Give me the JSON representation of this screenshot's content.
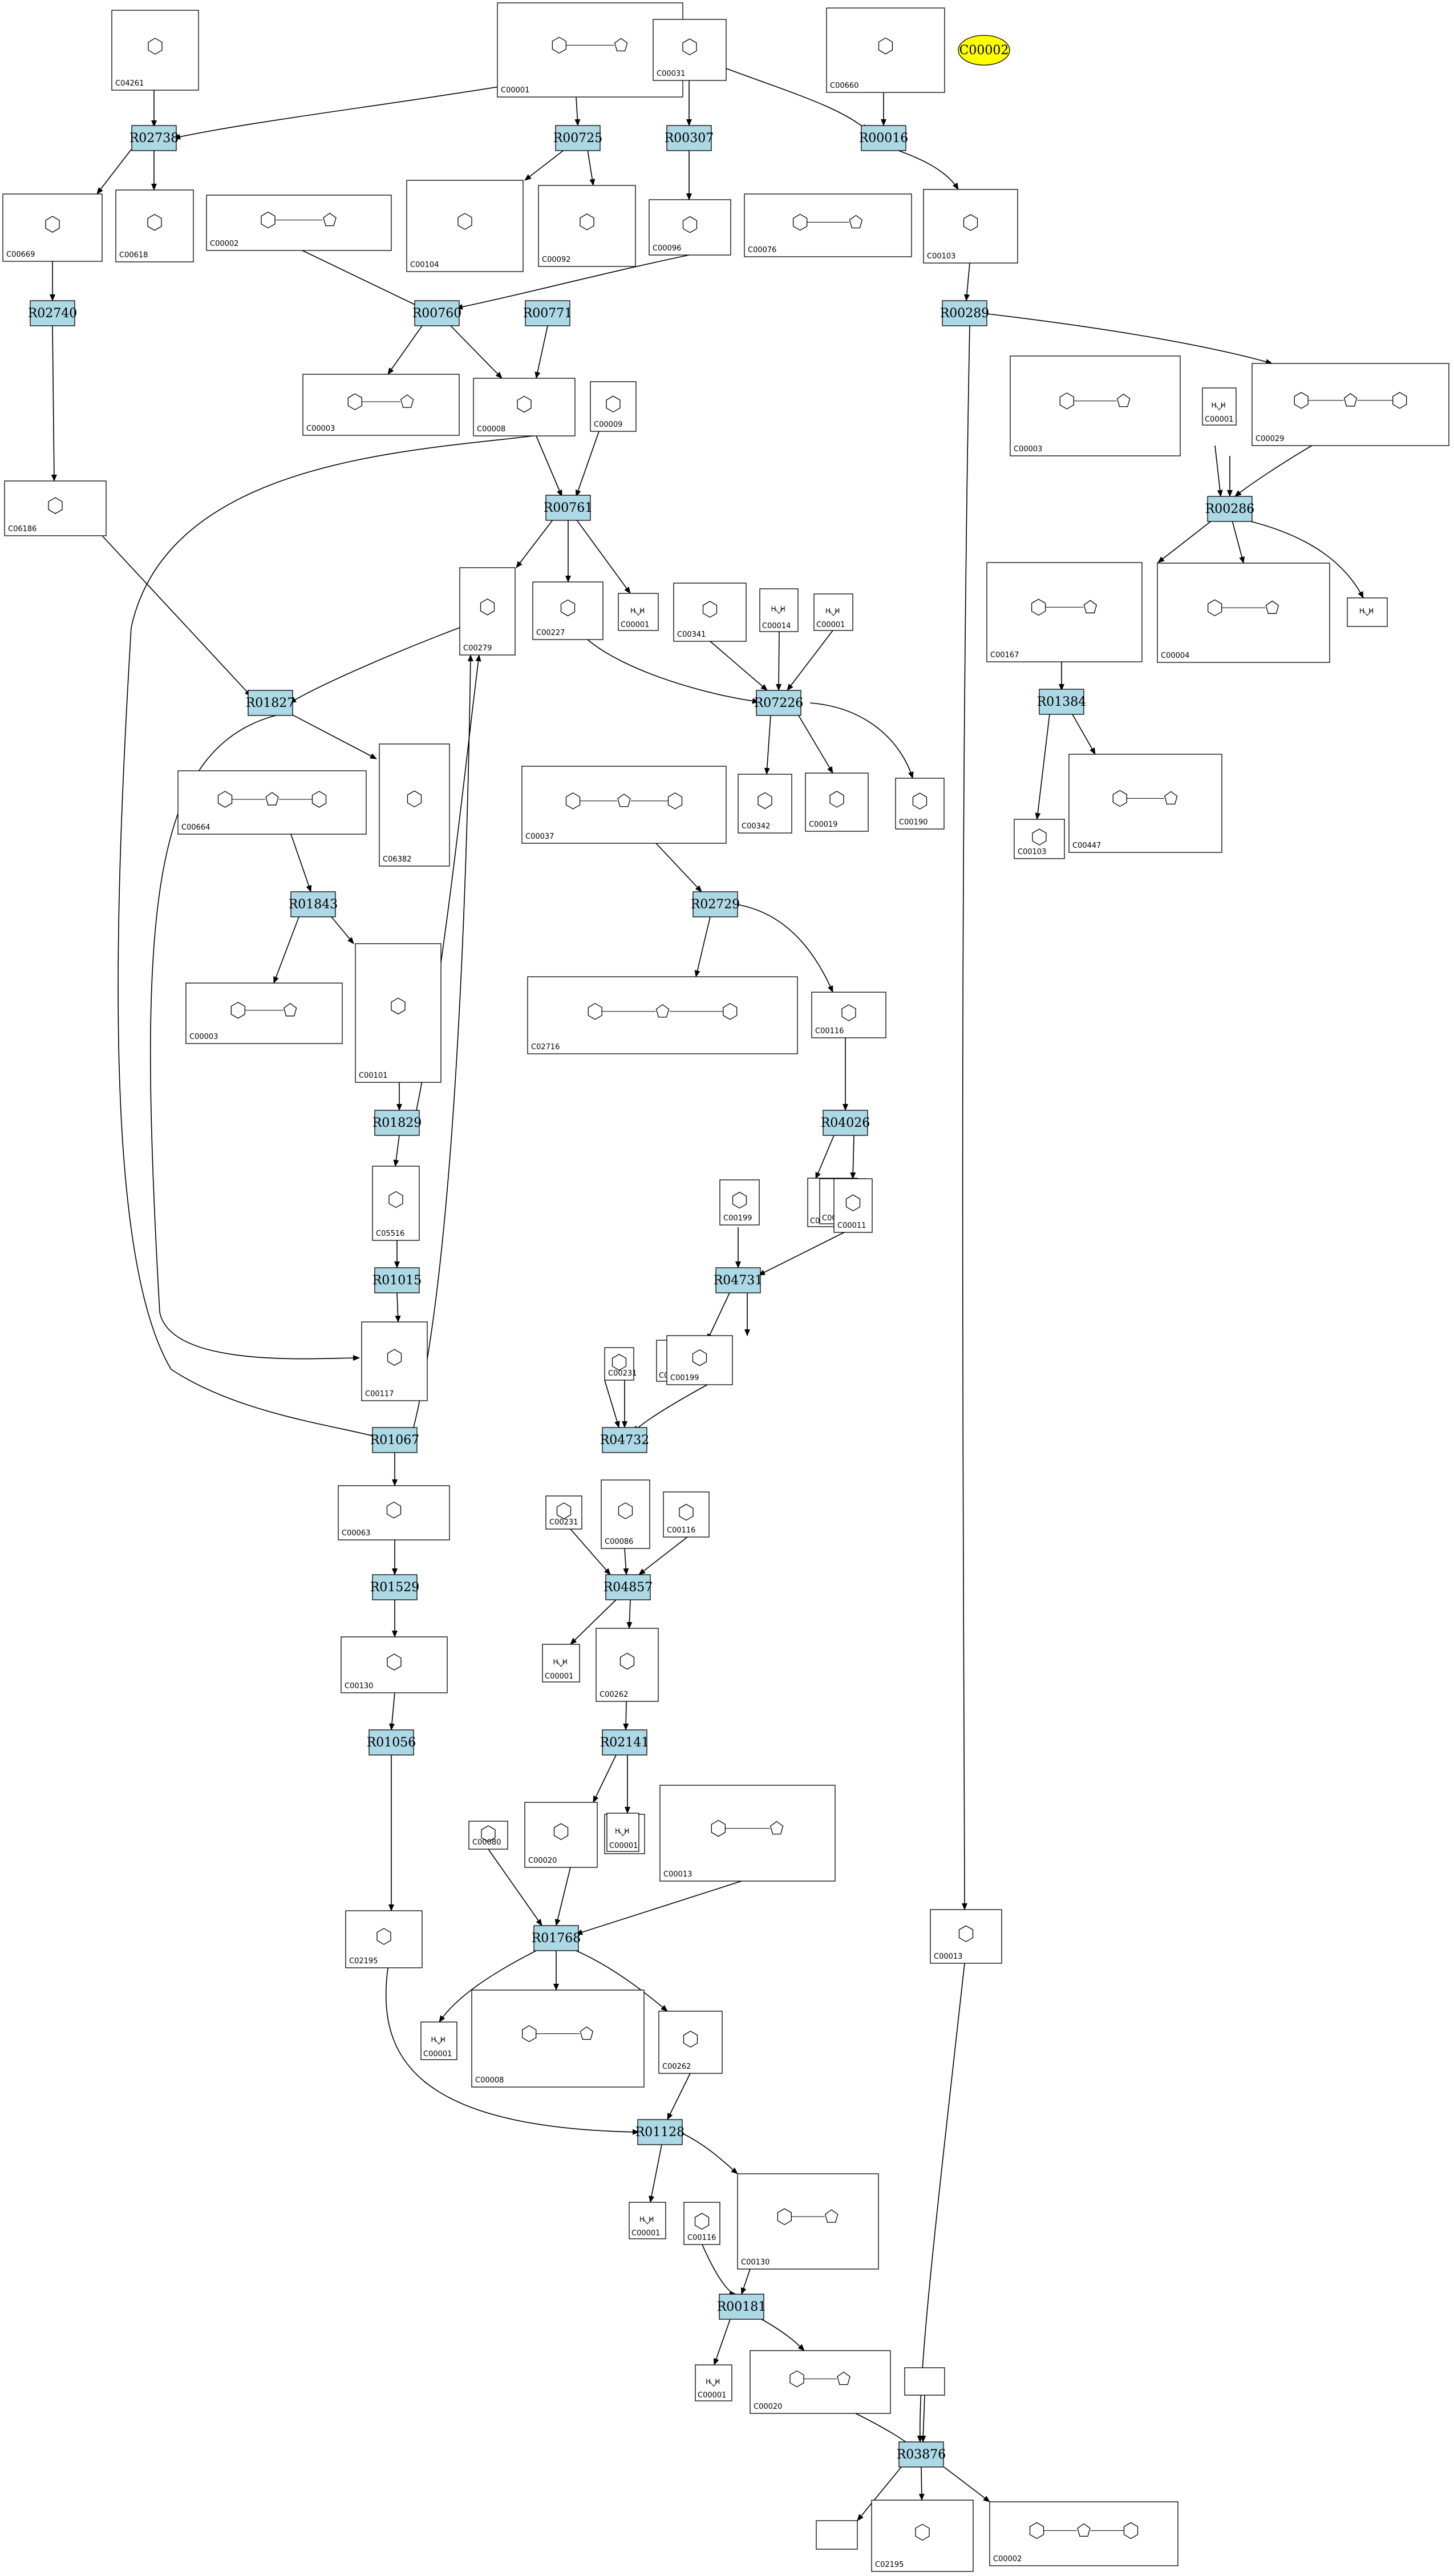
{
  "diagram": {
    "highlight_node": "C00002",
    "reactions": [
      "R02738",
      "R00725",
      "R00307",
      "R00016",
      "R02740",
      "R00760",
      "R00771",
      "R00289",
      "R00761",
      "R00286",
      "R01827",
      "R07226",
      "R01384",
      "R01843",
      "R02729",
      "R01829",
      "R04026",
      "R01015",
      "R04731",
      "R01067",
      "R04732",
      "R01529",
      "R04857",
      "R01056",
      "R02141",
      "R01768",
      "R01128",
      "R00181",
      "R03876"
    ],
    "compounds": [
      "C04261",
      "C00001",
      "C00031",
      "C00660",
      "C00669",
      "C00618",
      "C00002",
      "C00104",
      "C00092",
      "C00096",
      "C00076",
      "C00103",
      "C06186",
      "C00003",
      "C00008",
      "C00009",
      "C00029",
      "C00279",
      "C00227",
      "C00341",
      "C00014",
      "C00080",
      "C00167",
      "C00004",
      "C06382",
      "C00664",
      "C00037",
      "C00342",
      "C00019",
      "C00190",
      "C00447",
      "C00101",
      "C02716",
      "C00116",
      "C00199",
      "C00011",
      "C05516",
      "C00231",
      "C00199",
      "C00117",
      "C00086",
      "C00063",
      "C00262",
      "C00130",
      "C00020",
      "C00013",
      "C02195"
    ]
  }
}
